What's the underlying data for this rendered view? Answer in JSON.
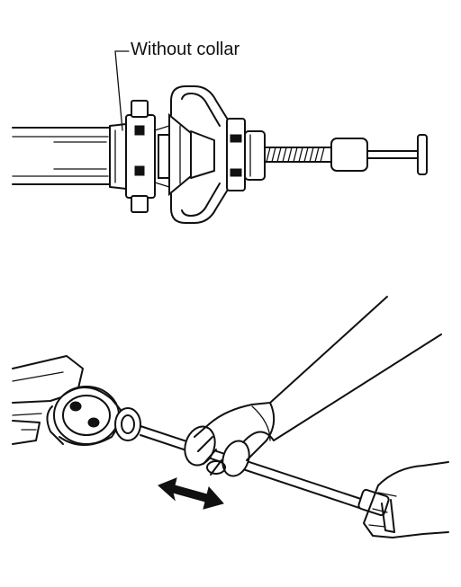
{
  "figure": {
    "callout_label": "Without collar",
    "colors": {
      "ink": "#111111",
      "paper": "#ffffff"
    },
    "panels": [
      {
        "name": "puller-on-driveshaft"
      },
      {
        "name": "slide-hammer-in-hands"
      }
    ]
  }
}
